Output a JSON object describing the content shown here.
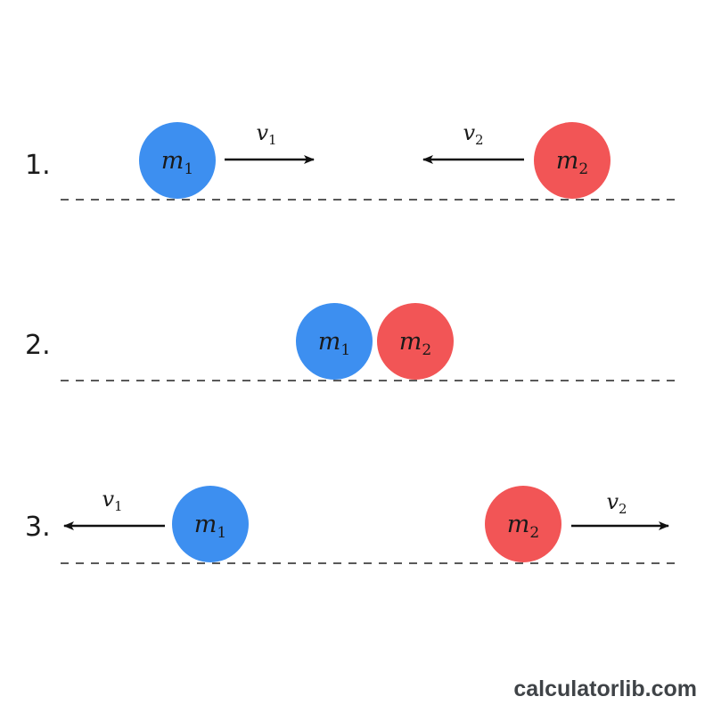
{
  "colors": {
    "mass1": "#3d8ff0",
    "mass2": "#f25556"
  },
  "stages": [
    {
      "label": "1.",
      "balls": [
        {
          "mass": "m",
          "sub": "1",
          "color": "mass1"
        },
        {
          "mass": "m",
          "sub": "2",
          "color": "mass2"
        }
      ],
      "velocities": [
        {
          "symbol": "v",
          "sub": "1",
          "direction": "right"
        },
        {
          "symbol": "v",
          "sub": "2",
          "direction": "left"
        }
      ]
    },
    {
      "label": "2.",
      "balls": [
        {
          "mass": "m",
          "sub": "1",
          "color": "mass1"
        },
        {
          "mass": "m",
          "sub": "2",
          "color": "mass2"
        }
      ],
      "velocities": []
    },
    {
      "label": "3.",
      "balls": [
        {
          "mass": "m",
          "sub": "1",
          "color": "mass1"
        },
        {
          "mass": "m",
          "sub": "2",
          "color": "mass2"
        }
      ],
      "velocities": [
        {
          "symbol": "v",
          "sub": "1",
          "direction": "left"
        },
        {
          "symbol": "v",
          "sub": "2",
          "direction": "right"
        }
      ]
    }
  ],
  "watermark": "calculatorlib.com"
}
